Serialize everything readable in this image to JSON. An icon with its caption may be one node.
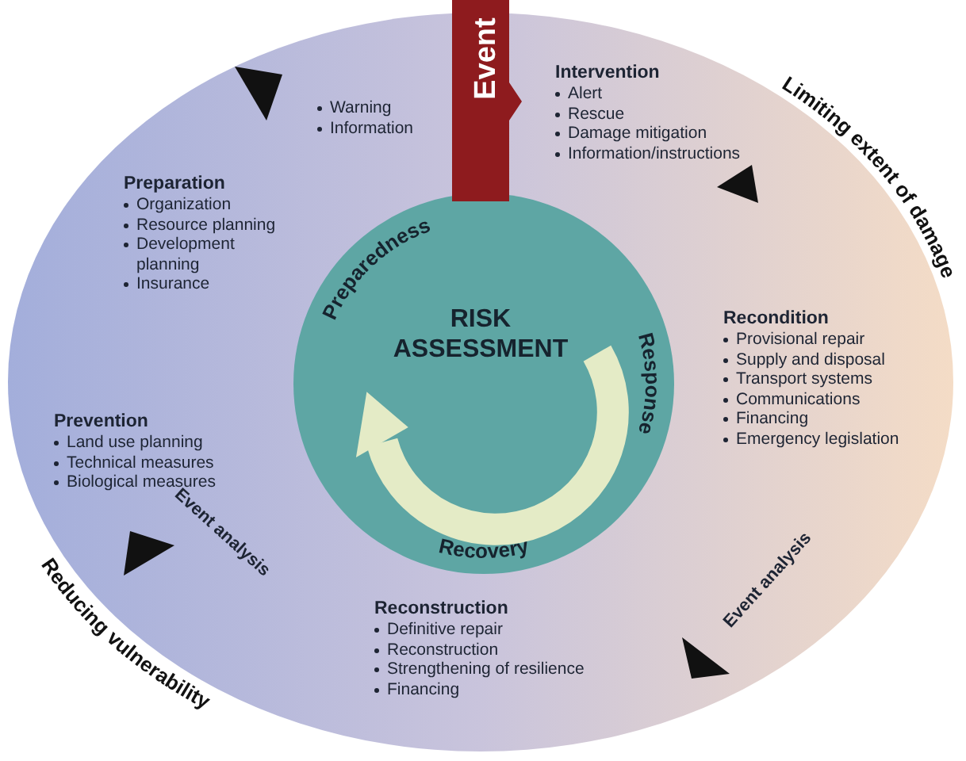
{
  "diagram": {
    "nodes": [
      {
        "text": [],
        "shape": "circle"
      },
      {
        "text": [
          "Preparedness",
          "RISK ASSESSMENT",
          "Response",
          "Recovery"
        ],
        "in": 0
      },
      {
        "text": [
          "Event"
        ],
        "in": 0
      }
    ],
    "labels": [
      "Warning",
      "Information",
      "Intervention",
      "Alert",
      "Rescue",
      "Damage mitigation",
      "Information/instructions",
      "Limiting extent of damage",
      "Preparation",
      "Organization",
      "Resource planning",
      "Development planning",
      "Insurance",
      "Recondition",
      "Provisional repair",
      "Supply and disposal",
      "Transport systems",
      "Communications",
      "Financing",
      "Emergency legislation",
      "Prevention",
      "Land use planning",
      "Technical measures",
      "Biological measures",
      "Event analysis",
      "Event analysis",
      "Reducing vulnerability",
      "Reconstruction",
      "Definitive repair",
      "Reconstruction",
      "Strengthening of resilience",
      "Financing"
    ]
  }
}
